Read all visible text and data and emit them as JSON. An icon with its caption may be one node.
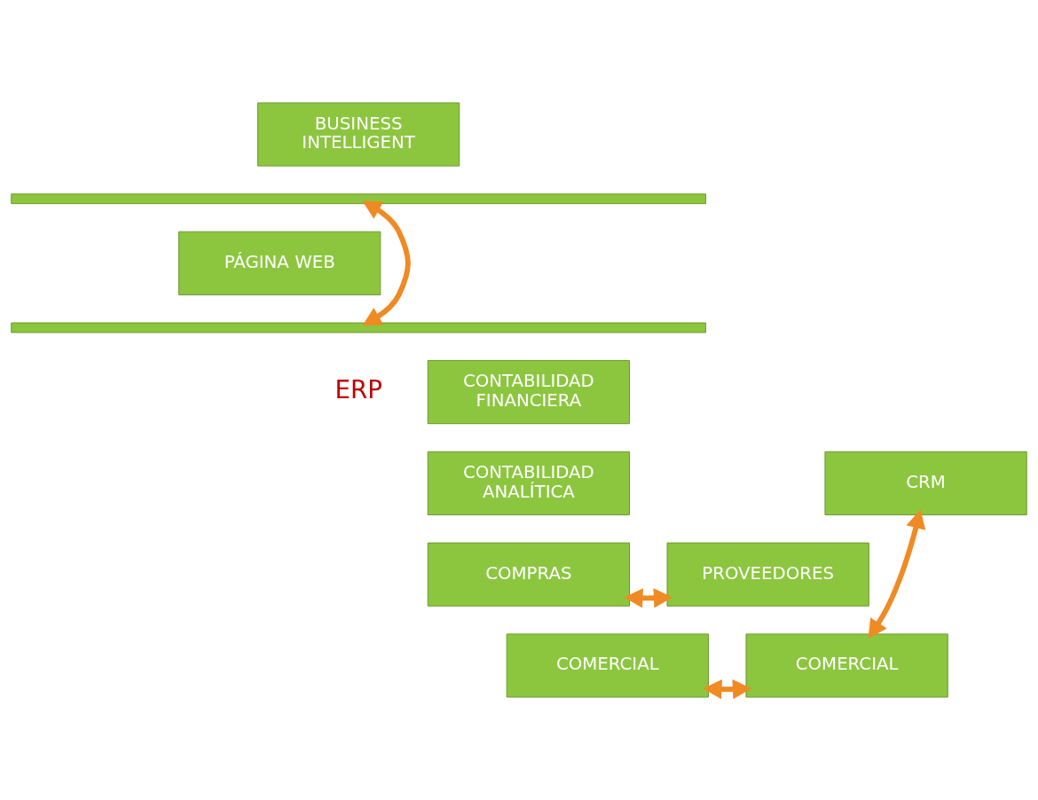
{
  "diagram": {
    "nodes": [
      {
        "text": [
          "BUSINESS INTELLIGENT"
        ]
      },
      {
        "text": [],
        "shape": "bar"
      },
      {
        "text": [
          "PÁGINA WEB"
        ]
      },
      {
        "text": [],
        "shape": "bar"
      },
      {
        "text": [
          "CONTABILIDAD FINANCIERA"
        ]
      },
      {
        "text": [
          "CONTABILIDAD ANALÍTICA"
        ]
      },
      {
        "text": [
          "CRM"
        ]
      },
      {
        "text": [
          "PROVEEDORES"
        ]
      },
      {
        "text": [
          "COMPRAS"
        ]
      },
      {
        "text": [
          "COMERCIAL"
        ]
      },
      {
        "text": [
          "COMERCIAL"
        ]
      }
    ],
    "edges": [
      {
        "from": 1,
        "to": 3,
        "arrow": "both"
      },
      {
        "from": 7,
        "to": 8,
        "arrow": "both"
      },
      {
        "from": 9,
        "to": 10,
        "arrow": "both"
      },
      {
        "from": 6,
        "to": 10,
        "arrow": "both"
      }
    ],
    "labels": [
      "ERP"
    ]
  }
}
